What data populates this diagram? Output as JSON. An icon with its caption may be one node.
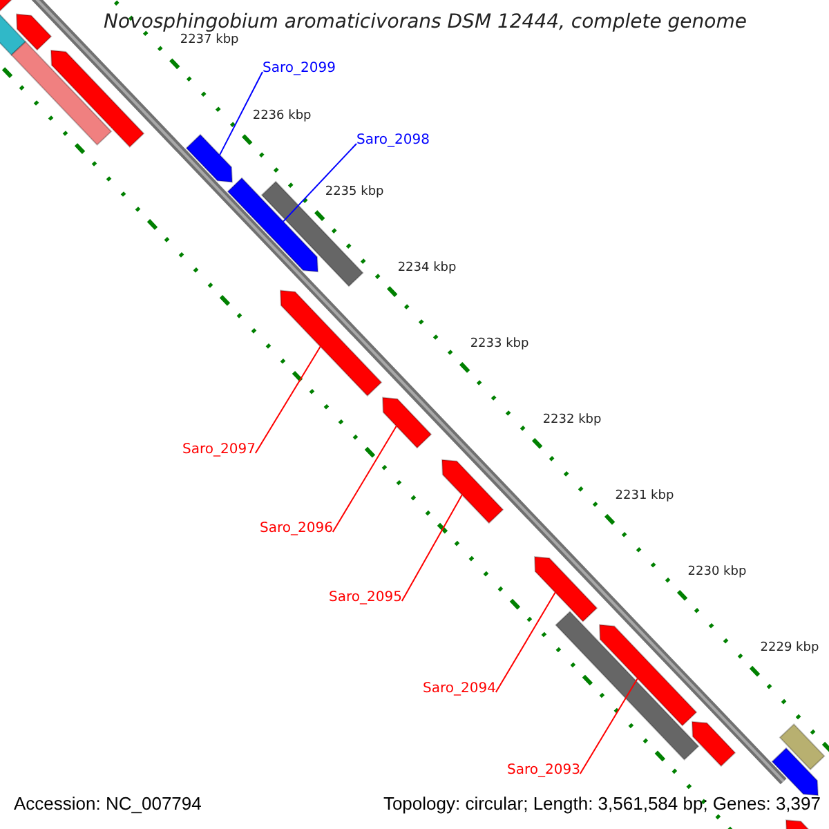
{
  "diagram": {
    "title": "Novosphingobium aromaticivorans DSM 12444, complete genome",
    "nodes": [
      {
        "text": [
          "Saro_2099"
        ]
      },
      {
        "text": [
          "Saro_2098"
        ]
      },
      {
        "text": [
          "Saro_2097"
        ]
      },
      {
        "text": [
          "Saro_2096"
        ]
      },
      {
        "text": [
          "Saro_2095"
        ]
      },
      {
        "text": [
          "Saro_2094"
        ]
      },
      {
        "text": [
          "Saro_2093"
        ]
      },
      {
        "text": [],
        "shape": "box"
      },
      {
        "text": [],
        "shape": "bar"
      },
      {
        "text": [],
        "shape": "bar"
      },
      {
        "text": [],
        "shape": "box"
      },
      {
        "text": [],
        "shape": "bar"
      },
      {
        "text": [],
        "shape": "bar"
      },
      {
        "text": [],
        "shape": "bar"
      },
      {
        "text": [],
        "shape": "box"
      },
      {
        "text": [],
        "shape": "bar"
      },
      {
        "text": [],
        "shape": "bar"
      },
      {
        "text": [],
        "shape": "bar"
      },
      {
        "text": [],
        "shape": "bar"
      },
      {
        "text": [],
        "shape": "box"
      },
      {
        "text": [],
        "shape": "bar"
      },
      {
        "text": [],
        "shape": "bar"
      },
      {
        "text": [],
        "shape": "bar"
      },
      {
        "text": [],
        "shape": "box"
      },
      {
        "text": [],
        "shape": "bar"
      }
    ],
    "edges": [
      {
        "from": 0,
        "to": 12,
        "arrow": "none",
        "color": "#0000ff"
      },
      {
        "from": 1,
        "to": 13,
        "arrow": "none",
        "color": "#0000ff"
      },
      {
        "from": 2,
        "to": 15,
        "arrow": "none"
      },
      {
        "from": 3,
        "to": 16,
        "arrow": "none"
      },
      {
        "from": 4,
        "to": 17,
        "arrow": "none"
      },
      {
        "from": 5,
        "to": 18,
        "arrow": "none"
      },
      {
        "from": 6,
        "to": 20,
        "arrow": "none"
      }
    ],
    "labels": [
      "2237 kbp",
      "2236 kbp",
      "2235 kbp",
      "2234 kbp",
      "2233 kbp",
      "2232 kbp",
      "2231 kbp",
      "2230 kbp",
      "2229 kbp",
      "Accession: NC_007794",
      "Topology: circular; Length: 3,561,584 bp; Genes: 3,397"
    ]
  }
}
